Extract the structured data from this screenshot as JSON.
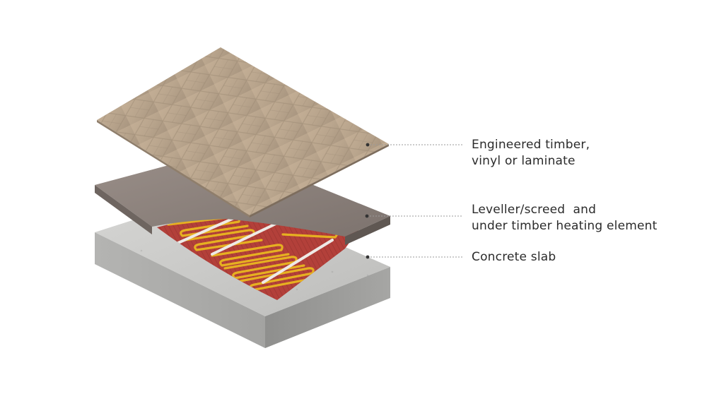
{
  "diagram": {
    "layers": [
      {
        "id": "timber",
        "label_lines": [
          "Engineered timber,",
          "vinyl or laminate"
        ],
        "color": "#b9a48c"
      },
      {
        "id": "screed",
        "label_lines": [
          "Leveller/screed  and",
          "under timber heating element"
        ],
        "color": "#8a807b"
      },
      {
        "id": "concrete",
        "label_lines": [
          "Concrete slab"
        ],
        "color": "#c4c4c2"
      }
    ],
    "heating_element": {
      "mat_color": "#b3403a",
      "cable_color": "#e6b021"
    },
    "leader_color": "#9a9a9a"
  }
}
